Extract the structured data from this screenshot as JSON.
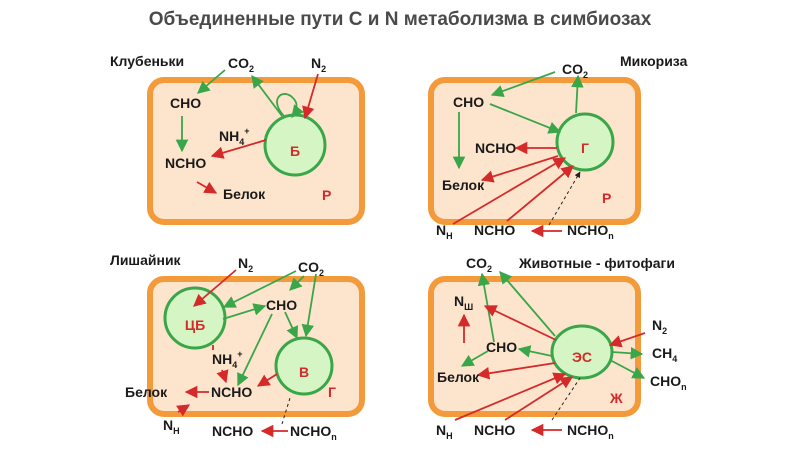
{
  "title": "Объединенные пути С и N метаболизма в симбиозах",
  "panels": {
    "nodules": {
      "name": "Клубеньки",
      "co2": "CO",
      "co2_sub": "2",
      "n2": "N",
      "n2_sub": "2",
      "cho": "CHO",
      "nh4": "NH",
      "nh4_sub": "4",
      "nh4_sup": "+",
      "ncho": "NCHO",
      "protein": "Белок",
      "symbiont": "Б",
      "host": "Р"
    },
    "mycorrhiza": {
      "name": "Микориза",
      "co2": "CO",
      "co2_sub": "2",
      "cho": "CHO",
      "ncho": "NCHO",
      "protein": "Белок",
      "symbiont": "Г",
      "host": "Р",
      "nh": "N",
      "nh_sub": "H",
      "ncho_out": "NCHO",
      "nchon": "NCHO",
      "nchon_sub": "n"
    },
    "lichen": {
      "name": "Лишайник",
      "n2": "N",
      "n2_sub": "2",
      "co2": "CO",
      "co2_sub": "2",
      "cyano": "ЦБ",
      "cho": "CHO",
      "nh4": "NH",
      "nh4_sub": "4",
      "nh4_sup": "+",
      "alga": "В",
      "ncho": "NCHO",
      "protein": "Белок",
      "host": "Г",
      "nh": "N",
      "nh_sub": "H",
      "ncho_out": "NCHO",
      "nchon": "NCHO",
      "nchon_sub": "n"
    },
    "animals": {
      "name": "Животные - фитофаги",
      "co2": "CO",
      "co2_sub": "2",
      "nsh": "N",
      "nsh_sub": "Ш",
      "cho": "CHO",
      "symbiont": "ЭС",
      "protein": "Белок",
      "host": "Ж",
      "n2": "N",
      "n2_sub": "2",
      "ch4": "CH",
      "ch4_sub": "4",
      "chon": "CHO",
      "chon_sub": "n",
      "nh": "N",
      "nh_sub": "H",
      "ncho_out": "NCHO",
      "nchon": "NCHO",
      "nchon_sub": "n"
    }
  },
  "colors": {
    "cell_fill": "#fde4cc",
    "cell_border": "#f39a3a",
    "symbiont_fill": "#d6f5c5",
    "symbiont_border": "#3aa64a",
    "green_arrow": "#3aa64a",
    "red_arrow": "#d42a2a"
  }
}
